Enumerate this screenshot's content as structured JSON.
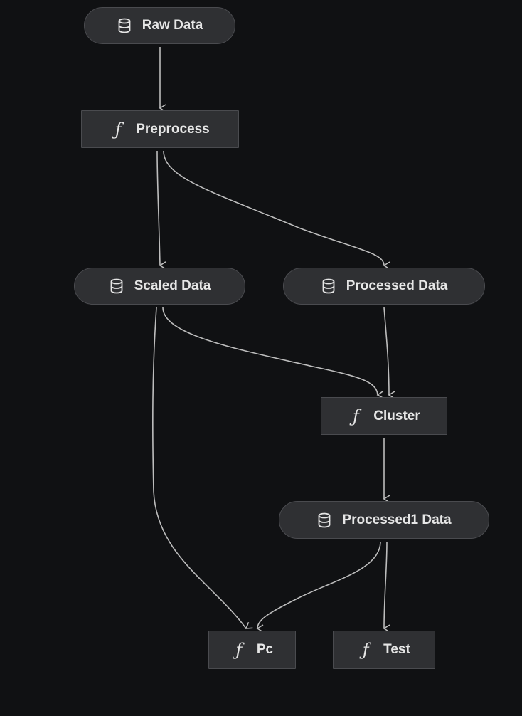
{
  "diagram": {
    "background": "#101113",
    "node_fill": "#2f3033",
    "node_border": "#4a4b4f",
    "edge_color": "#bdbdbd",
    "nodes": [
      {
        "id": "raw_data",
        "label": "Raw Data",
        "kind": "dataset",
        "icon": "database-icon"
      },
      {
        "id": "preprocess",
        "label": "Preprocess",
        "kind": "function",
        "icon": "function-icon"
      },
      {
        "id": "scaled_data",
        "label": "Scaled Data",
        "kind": "dataset",
        "icon": "database-icon"
      },
      {
        "id": "processed_data",
        "label": "Processed Data",
        "kind": "dataset",
        "icon": "database-icon"
      },
      {
        "id": "cluster",
        "label": "Cluster",
        "kind": "function",
        "icon": "function-icon"
      },
      {
        "id": "processed1_data",
        "label": "Processed1 Data",
        "kind": "dataset",
        "icon": "database-icon"
      },
      {
        "id": "pc",
        "label": "Pc",
        "kind": "function",
        "icon": "function-icon"
      },
      {
        "id": "test",
        "label": "Test",
        "kind": "function",
        "icon": "function-icon"
      }
    ],
    "edges": [
      {
        "from": "raw_data",
        "to": "preprocess"
      },
      {
        "from": "preprocess",
        "to": "scaled_data"
      },
      {
        "from": "preprocess",
        "to": "processed_data"
      },
      {
        "from": "scaled_data",
        "to": "cluster"
      },
      {
        "from": "processed_data",
        "to": "cluster"
      },
      {
        "from": "cluster",
        "to": "processed1_data"
      },
      {
        "from": "scaled_data",
        "to": "pc"
      },
      {
        "from": "processed1_data",
        "to": "pc"
      },
      {
        "from": "processed1_data",
        "to": "test"
      }
    ]
  }
}
